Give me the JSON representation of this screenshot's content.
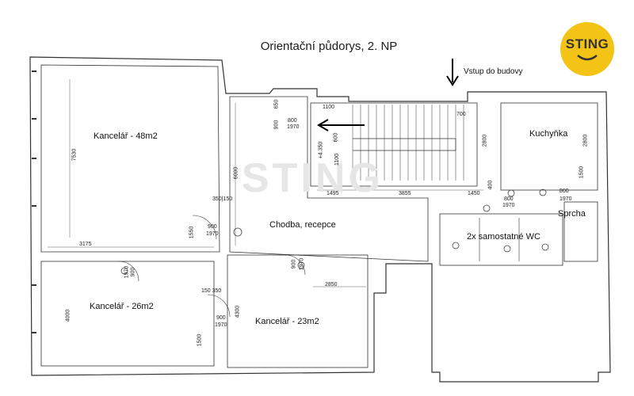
{
  "title": "Orientační půdorys, 2. NP",
  "logo": {
    "text": "STING",
    "color": "#f3c316"
  },
  "entrance_label": "Vstup do budovy",
  "rooms": {
    "office_48": "Kancelář - 48m2",
    "office_26": "Kancelář - 26m2",
    "office_23": "Kancelář - 23m2",
    "corridor": "Chodba, recepce",
    "kitchen": "Kuchyňka",
    "shower": "Sprcha",
    "wc": "2x samostatné WC"
  },
  "dimensions": {
    "d_3175": "3175",
    "d_7530": "7530",
    "d_6000": "6000",
    "d_1550a": "1550",
    "d_900a": "900",
    "d_1970a": "1970",
    "d_350_150": "350|150",
    "d_650": "650",
    "d_900b": "900",
    "d_800a": "800",
    "d_1970b": "1970",
    "d_1100a": "1100",
    "d_700": "700",
    "d_600": "600",
    "d_1100b": "1100",
    "d_level": "+4.350",
    "d_1495": "1495",
    "d_3855": "3855",
    "d_1450": "1450",
    "d_2800a": "2800",
    "d_2800b": "2800",
    "d_400": "400",
    "d_800b": "800",
    "d_1970c": "1970",
    "d_800c": "800",
    "d_1970d": "1970",
    "d_1500": "1500",
    "d_4000": "4000",
    "d_2850": "2850",
    "d_150_350": "150 350",
    "d_900c": "900",
    "d_1970e": "1970",
    "d_1500b": "1500",
    "d_4300": "4300",
    "d_900d": "900",
    "d_1970f": "1970",
    "d_900e": "900",
    "d_1970g": "1970"
  }
}
